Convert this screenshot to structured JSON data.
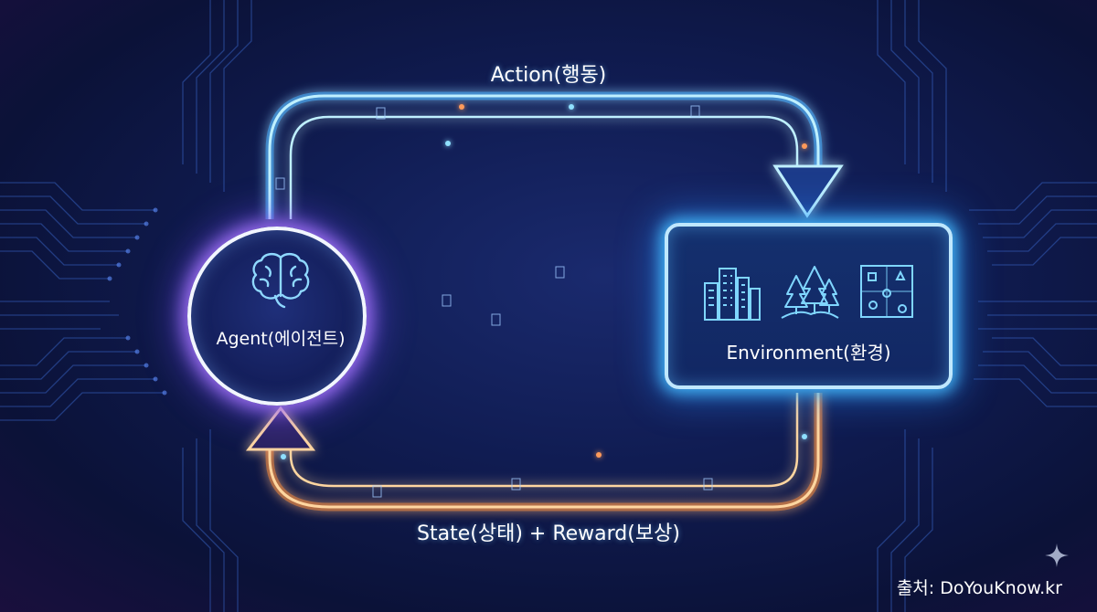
{
  "diagram": {
    "action_label": "Action(행동)",
    "feedback_label": "State(상태) + Reward(보상)",
    "agent_label": "Agent(에이전트)",
    "environment_label": "Environment(환경)",
    "source_credit": "출처: DoYouKnow.kr",
    "icons": {
      "agent": "brain-icon",
      "environment": [
        "city-buildings-icon",
        "forest-trees-icon",
        "game-board-icon"
      ],
      "corner": "sparkle-icon"
    },
    "colors": {
      "action_loop": "#4fc8ff",
      "feedback_loop": "#ffa040",
      "agent_glow": "#a070ff",
      "environment_glow": "#46beff"
    }
  }
}
